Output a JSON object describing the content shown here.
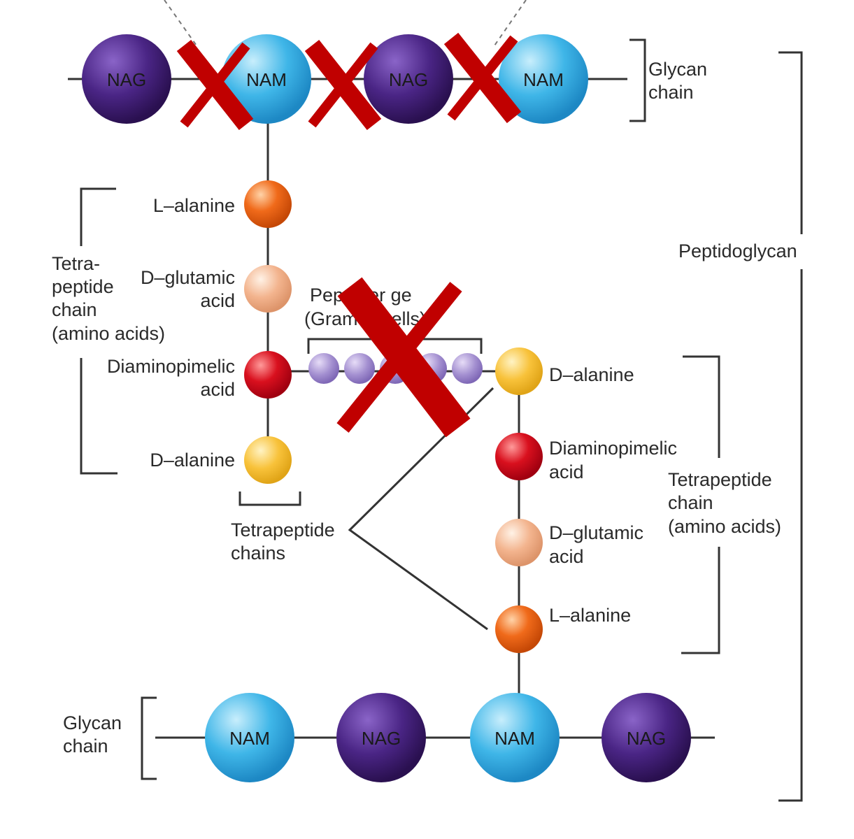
{
  "top_glycan": {
    "beads": [
      "NAG",
      "NAM",
      "NAG",
      "NAM"
    ],
    "label_line1": "Glycan",
    "label_line2": "chain"
  },
  "bottom_glycan": {
    "beads": [
      "NAM",
      "NAG",
      "NAM",
      "NAG"
    ],
    "label_line1": "Glycan",
    "label_line2": "chain"
  },
  "peptidoglycan_label": "Peptidoglycan",
  "left_chain": {
    "label_lines": [
      "Tetra-",
      "peptide",
      "chain",
      "(amino acids)"
    ],
    "residues": [
      {
        "line1": "L–alanine",
        "line2": ""
      },
      {
        "line1": "D–glutamic",
        "line2": "acid"
      },
      {
        "line1": "Diaminopimelic",
        "line2": "acid"
      },
      {
        "line1": "D–alanine",
        "line2": ""
      }
    ]
  },
  "right_chain": {
    "label_lines": [
      "Tetrapeptide",
      "chain",
      "(amino acids)"
    ],
    "residues": [
      {
        "line1": "D–alanine",
        "line2": ""
      },
      {
        "line1": "Diaminopimelic",
        "line2": "acid"
      },
      {
        "line1": "D–glutamic",
        "line2": "acid"
      },
      {
        "line1": "L–alanine",
        "line2": ""
      }
    ]
  },
  "cross_bridge": {
    "line1": "Pep      inter      ge",
    "line2": "(Gram      si      cells)"
  },
  "tetrapeptide_chains": {
    "line1": "Tetrapeptide",
    "line2": "chains"
  },
  "colors": {
    "nag": "#4a2585",
    "nam": "#3fb6e8",
    "alanine_l": "#f06a1a",
    "glutamic": "#f3b48e",
    "dap": "#d9101e",
    "alanine_d": "#f8c23a",
    "bridge": "#a38fd0",
    "cross_mark": "#c00000"
  }
}
